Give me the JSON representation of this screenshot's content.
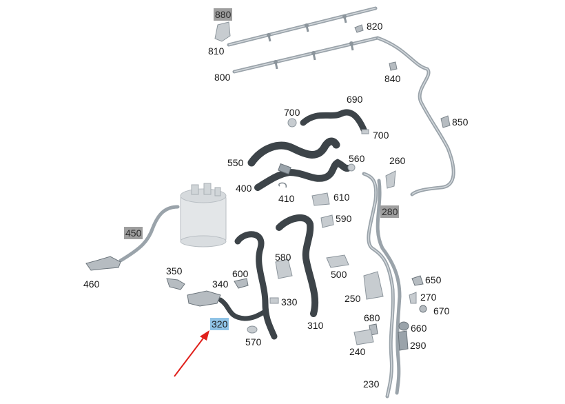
{
  "colors": {
    "hose_dark": "#3d4449",
    "hose_dark_edge": "#2a2f33",
    "line_metal": "#9aa3aa",
    "line_metal_light": "#c4cbd0",
    "part_light": "#c7ccd0",
    "label_grey_bg": "#9e9e9e",
    "label_highlight_bg": "#8fc3e6",
    "arrow": "#e0201b"
  },
  "labels": {
    "p880": "880",
    "p810": "810",
    "p820": "820",
    "p800": "800",
    "p840": "840",
    "p690": "690",
    "p700a": "700",
    "p700b": "700",
    "p850": "850",
    "p550": "550",
    "p560": "560",
    "p260": "260",
    "p400": "400",
    "p410": "410",
    "p610": "610",
    "p280": "280",
    "p590": "590",
    "p450": "450",
    "p580": "580",
    "p500": "500",
    "p350": "350",
    "p600": "600",
    "p460": "460",
    "p340": "340",
    "p650": "650",
    "p330": "330",
    "p270": "270",
    "p250": "250",
    "p670": "670",
    "p680": "680",
    "p660": "660",
    "p320": "320",
    "p310": "310",
    "p570": "570",
    "p290": "290",
    "p240": "240",
    "p230": "230"
  }
}
